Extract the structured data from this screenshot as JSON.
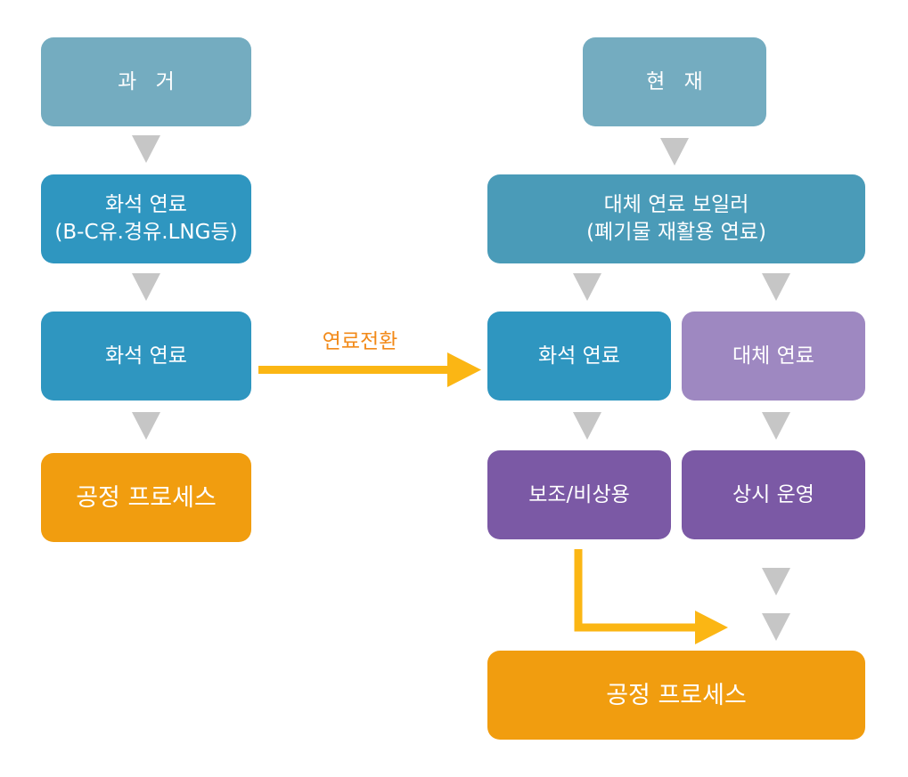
{
  "colors": {
    "header": "#74acc0",
    "fossil_dark": "#2f96c0",
    "boiler": "#4a9bb8",
    "alternative": "#9e88c1",
    "purple": "#7b59a5",
    "process": "#f19d0f",
    "arrow_gray": "#c6c6c6",
    "arrow_orange": "#fbb614",
    "label_orange": "#f28a19"
  },
  "left": {
    "header": "과 거",
    "fuel_type": [
      "화석 연료",
      "(B-C유.경유.LNG등)"
    ],
    "fuel": "화석 연료",
    "process": "공정 프로세스"
  },
  "transition_label": "연료전환",
  "right": {
    "header": "현 재",
    "boiler": [
      "대체 연료 보일러",
      "(폐기물 재활용 연료)"
    ],
    "fossil_fuel": "화석 연료",
    "alternative_fuel": "대체 연료",
    "auxiliary": "보조/비상용",
    "continuous": "상시 운영",
    "process": "공정 프로세스"
  }
}
